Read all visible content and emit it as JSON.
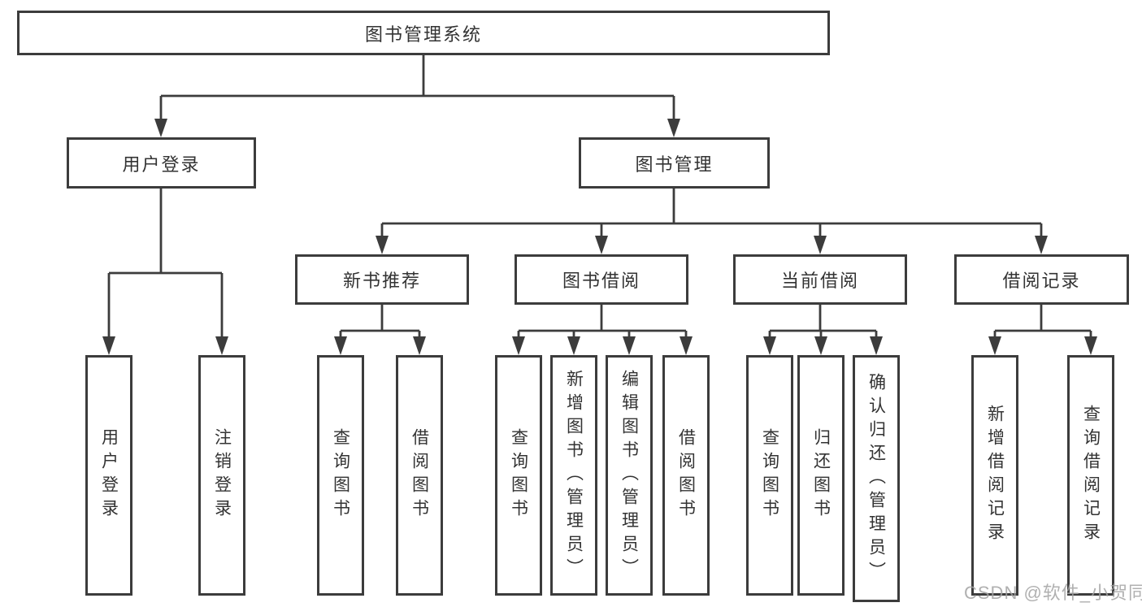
{
  "diagram": {
    "title": "图书管理系统",
    "root": {
      "label": "图书管理系统"
    },
    "level2": [
      {
        "id": "user-login",
        "label": "用户登录"
      },
      {
        "id": "book-management",
        "label": "图书管理"
      }
    ],
    "level3": [
      {
        "id": "new-book-recommendation",
        "parent": "book-management",
        "label": "新书推荐"
      },
      {
        "id": "book-borrowing",
        "parent": "book-management",
        "label": "图书借阅"
      },
      {
        "id": "current-borrowing",
        "parent": "book-management",
        "label": "当前借阅"
      },
      {
        "id": "borrowing-records",
        "parent": "book-management",
        "label": "借阅记录"
      }
    ],
    "leaves": [
      {
        "parent": "user-login",
        "label": "用户登录"
      },
      {
        "parent": "user-login",
        "label": "注销登录"
      },
      {
        "parent": "new-book-recommendation",
        "label": "查询图书"
      },
      {
        "parent": "new-book-recommendation",
        "label": "借阅图书"
      },
      {
        "parent": "book-borrowing",
        "label": "查询图书"
      },
      {
        "parent": "book-borrowing",
        "label": "新增图书（管理员）"
      },
      {
        "parent": "book-borrowing",
        "label": "编辑图书（管理员）"
      },
      {
        "parent": "book-borrowing",
        "label": "借阅图书"
      },
      {
        "parent": "current-borrowing",
        "label": "查询图书"
      },
      {
        "parent": "current-borrowing",
        "label": "归还图书"
      },
      {
        "parent": "current-borrowing",
        "label": "确认归还（管理员）"
      },
      {
        "parent": "borrowing-records",
        "label": "新增借阅记录"
      },
      {
        "parent": "borrowing-records",
        "label": "查询借阅记录"
      }
    ]
  },
  "watermark": {
    "text": "CSDN @软件_小贺同学"
  },
  "colors": {
    "line": "#3c3c3c",
    "box_border": "#3c3c3c",
    "text": "#333333",
    "background": "#ffffff",
    "watermark": "#a2a2a2"
  }
}
